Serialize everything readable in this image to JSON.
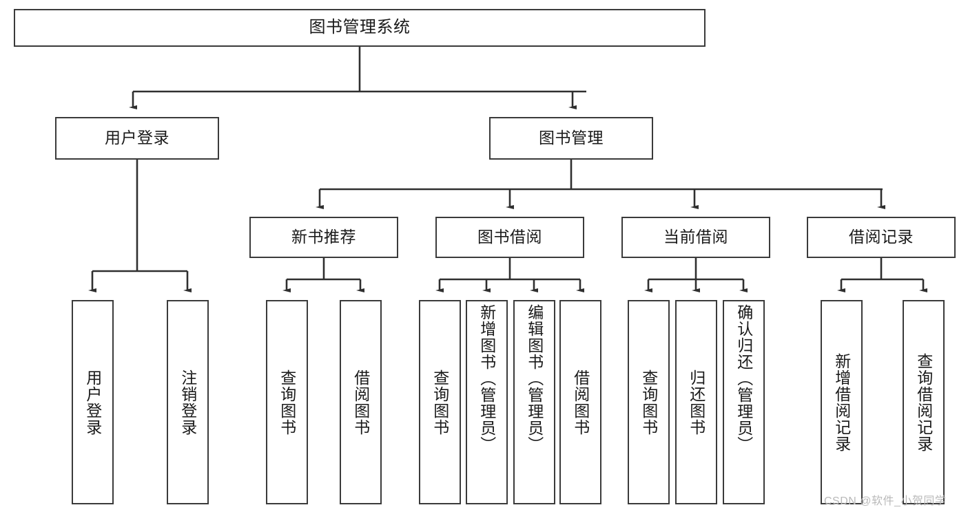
{
  "diagram": {
    "title": "图书管理系统",
    "type": "hierarchy-tree",
    "watermark": "CSDN @软件_小贺同学",
    "colors": {
      "box_border": "#3a3a3a",
      "box_fill": "#ffffff",
      "edge": "#2f2f2f",
      "text": "#1a1a1a",
      "watermark": "#b9b9b9"
    },
    "levels": {
      "level1": "根节点",
      "level2": "主模块",
      "level3": "子模块",
      "level4": "功能项"
    },
    "nodes": {
      "root": {
        "label": "图书管理系统"
      },
      "level2": [
        {
          "label": "用户登录"
        },
        {
          "label": "图书管理"
        }
      ],
      "level3": [
        {
          "label": "新书推荐"
        },
        {
          "label": "图书借阅"
        },
        {
          "label": "当前借阅"
        },
        {
          "label": "借阅记录"
        }
      ],
      "leaves": {
        "user_login": [
          {
            "label": "用户登录"
          },
          {
            "label": "注销登录"
          }
        ],
        "new_book_recommend": [
          {
            "label": "查询图书"
          },
          {
            "label": "借阅图书"
          }
        ],
        "book_borrow": [
          {
            "label": "查询图书"
          },
          {
            "label": "新增图书（管理员）"
          },
          {
            "label": "编辑图书（管理员）"
          },
          {
            "label": "借阅图书"
          }
        ],
        "current_borrow": [
          {
            "label": "查询图书"
          },
          {
            "label": "归还图书"
          },
          {
            "label": "确认归还（管理员）"
          }
        ],
        "borrow_record": [
          {
            "label": "新增借阅记录"
          },
          {
            "label": "查询借阅记录"
          }
        ]
      }
    }
  }
}
